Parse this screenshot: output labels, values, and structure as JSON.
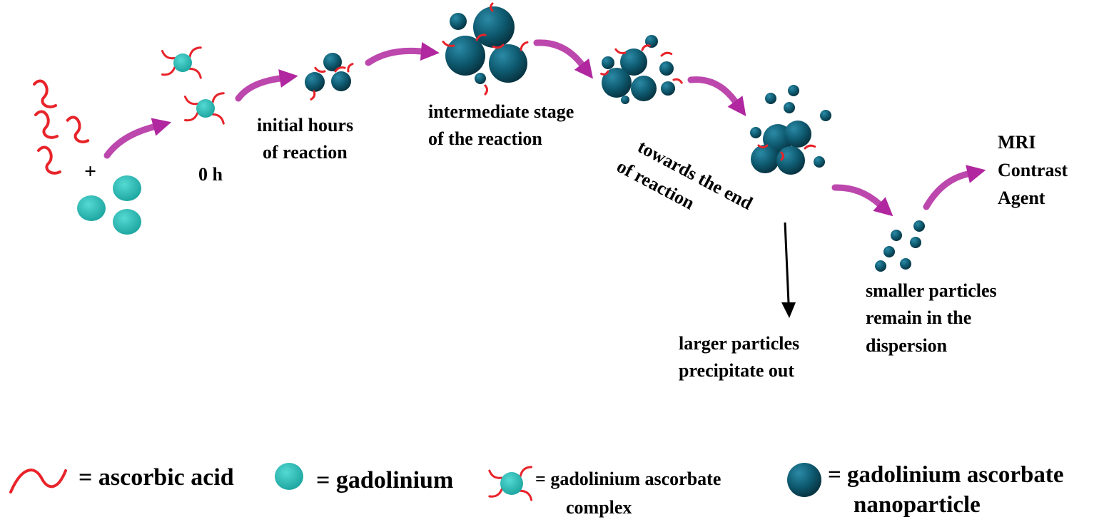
{
  "colors": {
    "acid": "#e8232a",
    "gadolinium": "#1fb5b0",
    "nanoparticle": "#0e4f63",
    "flow_arrow": "#b0279f",
    "text": "#000000"
  },
  "icons": [
    "ascorbic-acid-strand",
    "gadolinium-ion",
    "gadolinium-ascorbate-complex",
    "gadolinium-ascorbate-nanoparticle"
  ],
  "plus": "+",
  "stages": {
    "zero": "0 h",
    "initial": [
      "initial hours",
      "of reaction"
    ],
    "intermediate": [
      "intermediate stage",
      "of the reaction"
    ],
    "end": [
      "towards the end",
      "of reaction"
    ],
    "final": [
      "MRI",
      "Contrast",
      "Agent"
    ]
  },
  "branches": {
    "precipitate": [
      "larger particles",
      "precipitate out"
    ],
    "dispersion": [
      "smaller particles",
      "remain in the",
      "dispersion"
    ]
  },
  "legend": {
    "acid": "= ascorbic acid",
    "gadolinium": "= gadolinium",
    "complex": [
      "= gadolinium ascorbate",
      "complex"
    ],
    "nanoparticle": [
      "= gadolinium ascorbate",
      "nanoparticle"
    ]
  }
}
